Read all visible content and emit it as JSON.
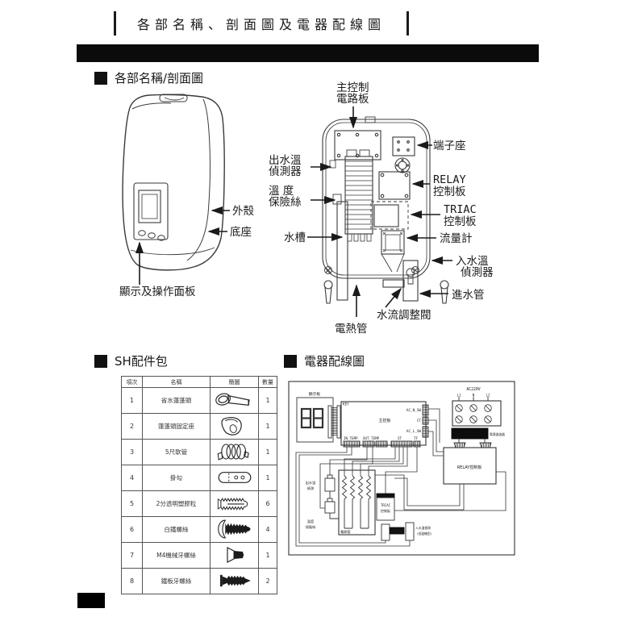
{
  "title": "各部名稱、剖面圖及電器配線圖",
  "sections": {
    "parts": "各部名稱/剖面圖",
    "accessories": "SH配件包",
    "wiring": "電器配線圖"
  },
  "device": {
    "shell": "外殼",
    "base": "底座",
    "panel": "顯示及操作面板"
  },
  "cross_section": {
    "main_board_l1": "主控制",
    "main_board_l2": "電路板",
    "terminal_block": "端子座",
    "outlet_sensor_l1": "出水溫",
    "outlet_sensor_l2": "偵測器",
    "relay_l1": "RELAY",
    "relay_l2": "控制板",
    "fuse_l1": "溫 度",
    "fuse_l2": "保險絲",
    "triac_l1": "TRIAC",
    "triac_l2": "控制板",
    "tank": "水槽",
    "flow_meter": "流量計",
    "inlet_sensor_l1": "入水溫",
    "inlet_sensor_l2": "偵測器",
    "inlet_pipe": "進水管",
    "flow_valve": "水流調整閥",
    "heater": "電熱管"
  },
  "accessories": {
    "headers": {
      "no": "項次",
      "name": "名稱",
      "sketch": "簡圖",
      "qty": "數量"
    },
    "rows": [
      {
        "no": "1",
        "name": "省水蓮蓬頭",
        "qty": "1"
      },
      {
        "no": "2",
        "name": "蓮蓬頭固定座",
        "qty": "1"
      },
      {
        "no": "3",
        "name": "5尺軟管",
        "qty": "1"
      },
      {
        "no": "4",
        "name": "掛勾",
        "qty": "1"
      },
      {
        "no": "5",
        "name": "2分透明塑膠粒",
        "qty": "6"
      },
      {
        "no": "6",
        "name": "白鐵螺絲",
        "qty": "4"
      },
      {
        "no": "7",
        "name": "M4機械牙螺絲",
        "qty": "1"
      },
      {
        "no": "8",
        "name": "鐵板牙螺絲",
        "qty": "2"
      }
    ]
  },
  "wiring": {
    "display_board": "顯示板",
    "key": "KEY",
    "main_board": "主控板",
    "ac_n_sw": "AC_N_SW",
    "ct": "CT",
    "ac_l_sw": "AC_L_SW",
    "in_temp": "IN_TEMP",
    "out_temp": "OUT_TEMP",
    "st": "ST",
    "tf": "TF",
    "ac220v": "AC220V",
    "l1": "L1",
    "n": "N",
    "l2": "L2",
    "filter": "電源濾波器",
    "relay_board": "RELAY控制板",
    "outlet_sensor_l1": "出水溫",
    "outlet_sensor_l2": "偵測",
    "fuse_l1": "溫度",
    "fuse_l2": "保險絲",
    "heater": "電熱管",
    "triac_l1": "TRIAC",
    "triac_l2": "控制板",
    "flow_sensor": "流量偵測",
    "inlet_sensor_l1": "入水溫偵測",
    "inlet_sensor_l2": "(低溫機型)"
  }
}
